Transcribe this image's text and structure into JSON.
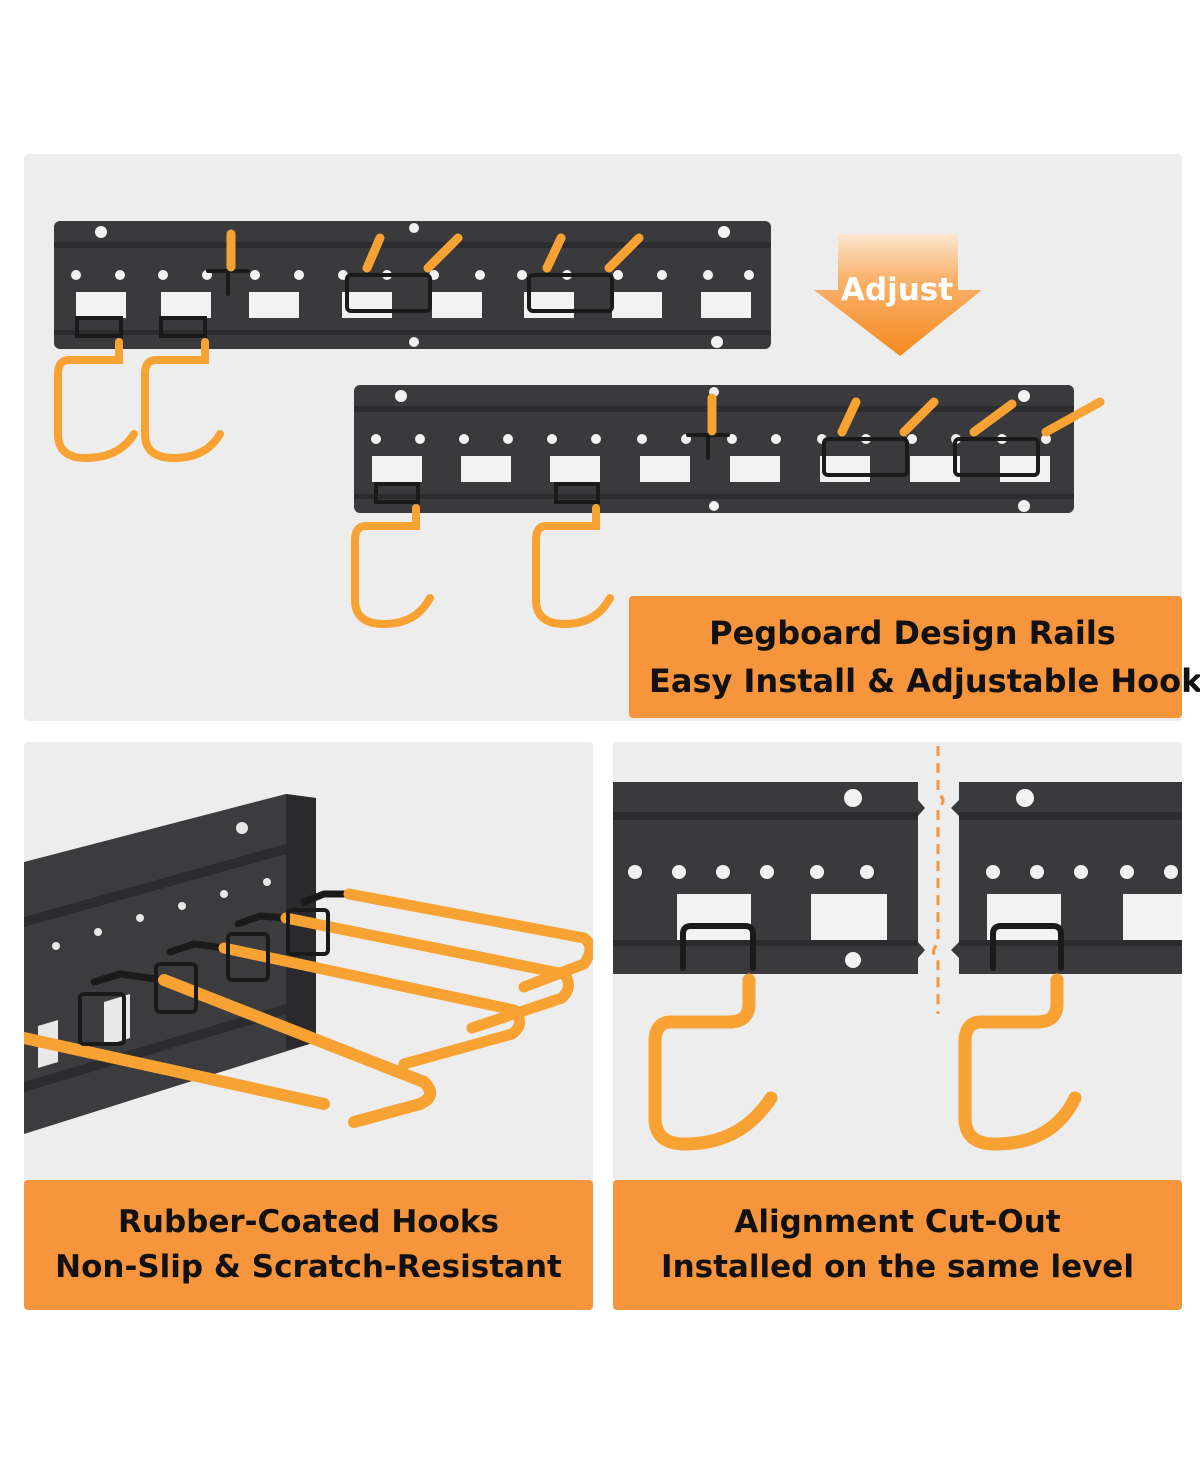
{
  "adjust_arrow": {
    "label": "Adjust"
  },
  "captions": {
    "top": {
      "line1": "Pegboard Design Rails",
      "line2": "Easy Install & Adjustable Hooks"
    },
    "left": {
      "line1": "Rubber-Coated Hooks",
      "line2": "Non-Slip & Scratch-Resistant"
    },
    "right": {
      "line1": "Alignment Cut-Out",
      "line2": "Installed on the same level"
    }
  },
  "colors": {
    "rail": "#3a3a3c",
    "rail_edge": "#2c2c2e",
    "hook_orange": "#f7a233",
    "hook_wire": "#1a1a1a",
    "caption_bg": "#f7953d",
    "panel_bg": "#ededed"
  }
}
